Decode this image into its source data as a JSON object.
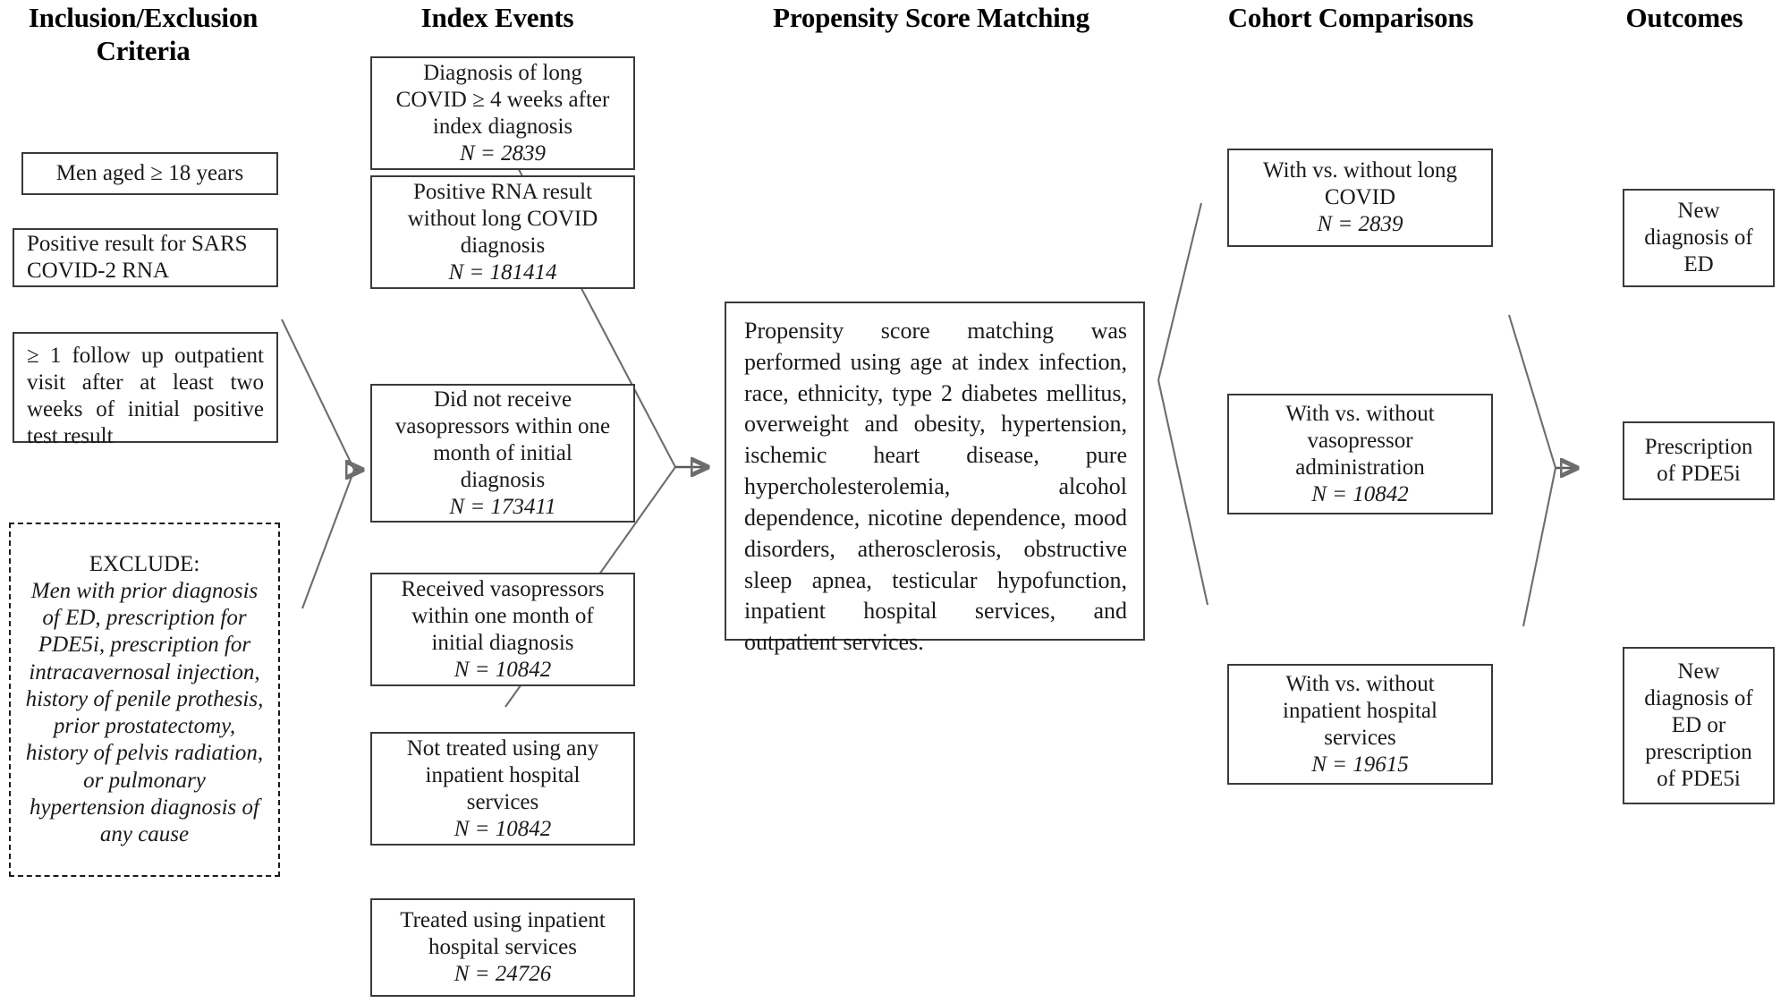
{
  "diagram": {
    "type": "flowchart",
    "title": "Study design flow diagram",
    "columns": [
      {
        "id": "inclusion",
        "title": "Inclusion/Exclusion\nCriteria"
      },
      {
        "id": "index_events",
        "title": "Index Events"
      },
      {
        "id": "psm",
        "title": "Propensity Score Matching"
      },
      {
        "id": "cohorts",
        "title": "Cohort Comparisons"
      },
      {
        "id": "outcomes",
        "title": "Outcomes"
      }
    ]
  },
  "column_titles": {
    "inclusion_line1": "Inclusion/Exclusion",
    "inclusion_line2": "Criteria",
    "index_events": "Index Events",
    "psm": "Propensity Score Matching",
    "cohorts": "Cohort Comparisons",
    "outcomes": "Outcomes"
  },
  "inclusion": {
    "box1": {
      "line1": "Men aged ≥ 18 years"
    },
    "box2": {
      "line1": "Positive result for SARS",
      "line2": "COVID-2 RNA"
    },
    "box3": {
      "text": "≥ 1 follow up outpatient visit after at least two weeks of initial positive test result"
    },
    "exclude": {
      "heading": "EXCLUDE:",
      "body": "Men with prior diagnosis of ED, prescription for PDE5i, prescription for intracavernosal injection, history of penile prothesis, prior prostatectomy, history of pelvis radiation, or pulmonary hypertension diagnosis of any cause"
    }
  },
  "index_events": [
    {
      "line1": "Diagnosis of long",
      "line2": "COVID ≥ 4 weeks after",
      "line3": "index diagnosis",
      "n": "N = 2839"
    },
    {
      "line1": "Positive RNA result",
      "line2": "without long COVID",
      "line3": "diagnosis",
      "n": "N = 181414"
    },
    {
      "line1": "Did not receive",
      "line2": "vasopressors within one",
      "line3": "month of initial",
      "line4": "diagnosis",
      "n": "N = 173411"
    },
    {
      "line1": "Received vasopressors",
      "line2": "within one month of",
      "line3": "initial diagnosis",
      "n": "N = 10842"
    },
    {
      "line1": "Not treated using any",
      "line2": "inpatient hospital",
      "line3": "services",
      "n": "N = 10842"
    },
    {
      "line1": "Treated using inpatient",
      "line2": "hospital services",
      "n": "N = 24726"
    }
  ],
  "psm": {
    "body": "Propensity score matching was performed using age at index infection, race, ethnicity, type 2 diabetes mellitus, overweight and obesity, hypertension, ischemic heart disease, pure hypercholesterolemia, alcohol dependence, nicotine dependence, mood disorders, atherosclerosis, obstructive sleep apnea, testicular hypofunction, inpatient hospital services, and outpatient services."
  },
  "cohorts": [
    {
      "line1": "With vs. without long",
      "line2": "COVID",
      "n": "N = 2839"
    },
    {
      "line1": "With vs. without",
      "line2": "vasopressor",
      "line3": "administration",
      "n": "N = 10842"
    },
    {
      "line1": "With vs. without",
      "line2": "inpatient hospital",
      "line3": "services",
      "n": "N = 19615"
    }
  ],
  "outcomes": [
    {
      "line1": "New",
      "line2": "diagnosis of",
      "line3": "ED"
    },
    {
      "line1": "Prescription",
      "line2": "of PDE5i"
    },
    {
      "line1": "New",
      "line2": "diagnosis of",
      "line3": "ED or",
      "line4": "prescription",
      "line5": "of PDE5i"
    }
  ],
  "colors": {
    "box_border": "#3a3a3a",
    "connector": "#6d6d6d",
    "text": "#1a1a1a",
    "background": "#ffffff"
  }
}
